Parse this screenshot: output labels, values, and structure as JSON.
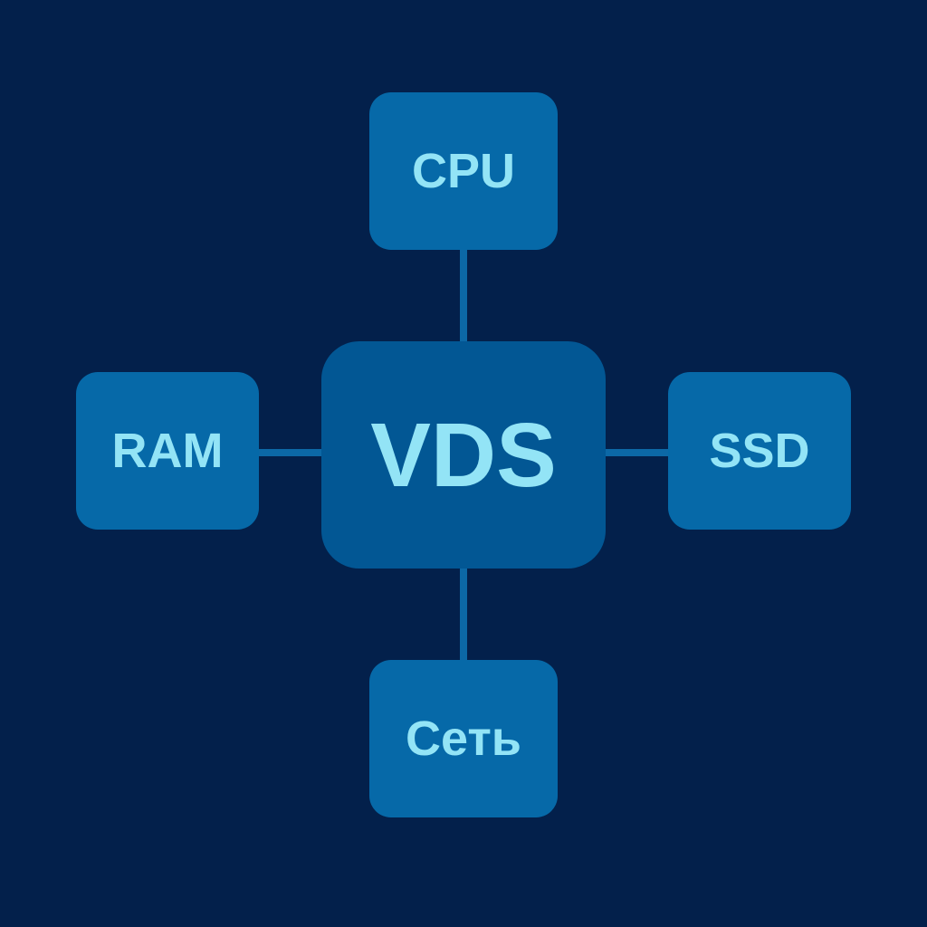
{
  "diagram": {
    "center": {
      "label": "VDS"
    },
    "nodes": {
      "top": {
        "label": "CPU"
      },
      "left": {
        "label": "RAM"
      },
      "right": {
        "label": "SSD"
      },
      "bottom": {
        "label": "Сеть"
      }
    }
  },
  "colors": {
    "background": "#03204b",
    "center_box": "#025794",
    "outer_box": "#0669a8",
    "connector": "#0c68a6",
    "text": "#93e4f6"
  }
}
